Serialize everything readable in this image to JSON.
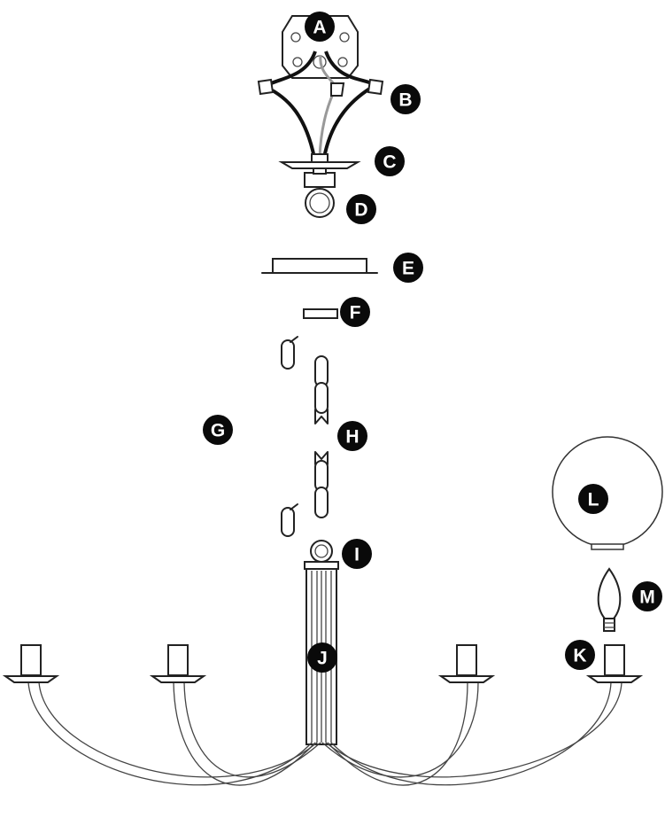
{
  "labels": {
    "a": "A",
    "b": "B",
    "c": "C",
    "d": "D",
    "e": "E",
    "f": "F",
    "g": "G",
    "h": "H",
    "i": "I",
    "j": "J",
    "k": "K",
    "l": "L",
    "m": "M"
  }
}
